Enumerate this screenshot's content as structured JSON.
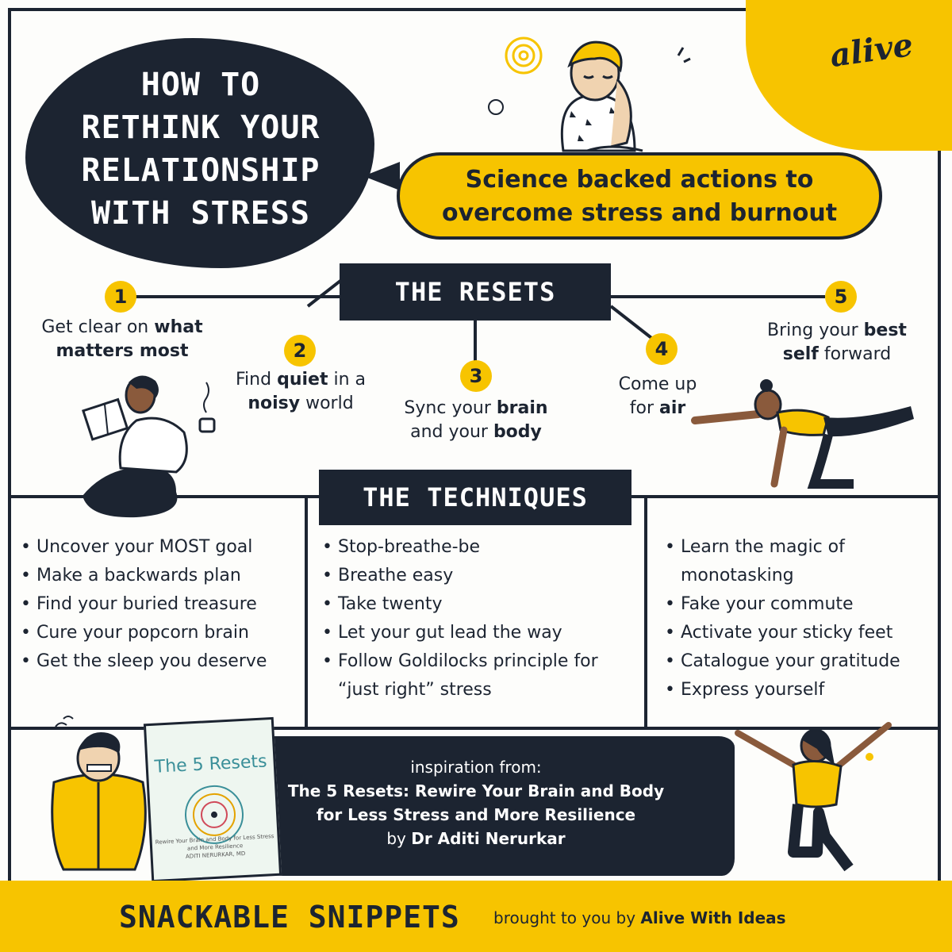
{
  "logo": {
    "text": "alive"
  },
  "title": {
    "lines": [
      "HOW TO",
      "RETHINK YOUR",
      "RELATIONSHIP",
      "WITH STRESS"
    ]
  },
  "subtitle": {
    "lines": [
      "Science backed actions to",
      "overcome stress and burnout"
    ]
  },
  "resets": {
    "heading": "THE RESETS",
    "steps": [
      {
        "num": "1",
        "pre": "Get clear on ",
        "bold": "what",
        "line2_bold": "matters most",
        "line2_post": ""
      },
      {
        "num": "2",
        "pre": "Find ",
        "bold": "quiet",
        "post": " in a",
        "line2_bold": "noisy",
        "line2_post": " world"
      },
      {
        "num": "3",
        "pre": "Sync  your ",
        "bold": "brain",
        "line2_pre": "and your ",
        "line2_bold": "body"
      },
      {
        "num": "4",
        "pre": "Come up",
        "line2_pre": "for ",
        "line2_bold": "air"
      },
      {
        "num": "5",
        "pre": "Bring your ",
        "bold": "best",
        "line2_bold": "self",
        "line2_post": " forward"
      }
    ]
  },
  "techniques": {
    "heading": "THE TECHNIQUES",
    "col1": [
      "Uncover your MOST goal",
      "Make a backwards plan",
      "Find your buried treasure",
      "Cure your popcorn brain",
      "Get the sleep you deserve"
    ],
    "col2": [
      "Stop-breathe-be",
      "Breathe easy",
      "Take twenty",
      "Let your gut lead the way",
      "Follow Goldilocks principle for",
      "“just right” stress"
    ],
    "col3": [
      "Learn the magic of",
      "monotasking",
      "Fake your commute",
      "Activate your sticky feet",
      "Catalogue your gratitude",
      "Express yourself"
    ]
  },
  "book": {
    "cover_title": "The 5 Resets",
    "cover_subtitle": "Rewire Your Brain and Body for Less Stress and More Resilience",
    "cover_author": "ADITI NERURKAR, MD",
    "inspiration_label": "inspiration from:",
    "title_line1": "The 5 Resets: Rewire Your Brain and Body",
    "title_line2": "for Less Stress and More Resilience",
    "by": "by ",
    "author": "Dr Aditi Nerurkar"
  },
  "footer": {
    "main": "SNACKABLE SNIPPETS",
    "by_text": "brought to you by ",
    "by_bold": "Alive With Ideas"
  },
  "colors": {
    "accent": "#f7c400",
    "ink": "#1c2431",
    "paper": "#fdfdfb"
  }
}
